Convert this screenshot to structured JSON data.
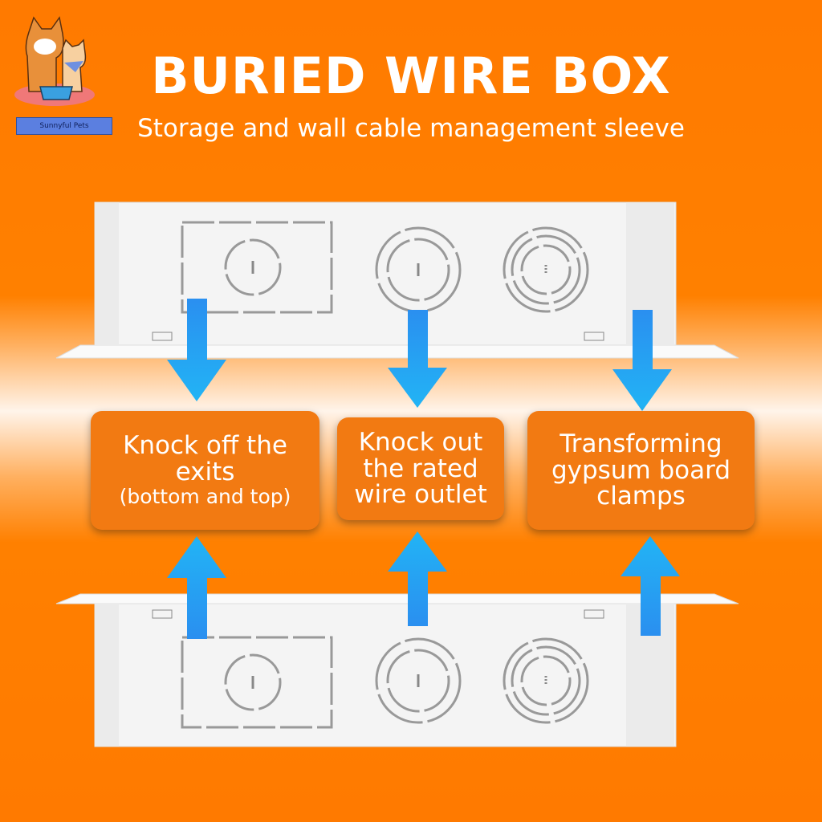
{
  "logo": {
    "brand_text": "Sunnyful Pets"
  },
  "header": {
    "title": "BURIED WIRE BOX",
    "subtitle": "Storage and wall cable management sleeve"
  },
  "callouts": [
    {
      "lines": [
        "Knock off the",
        "exits"
      ],
      "note": "(bottom and top)"
    },
    {
      "lines": [
        "Knock out",
        "the rated",
        "wire outlet"
      ]
    },
    {
      "lines": [
        "Transforming",
        "gypsum board",
        "clamps"
      ]
    }
  ],
  "colors": {
    "background": "#ff7f00",
    "callout": "#f27a12",
    "arrow": "#1e90f0",
    "box": "#f4f4f4"
  }
}
